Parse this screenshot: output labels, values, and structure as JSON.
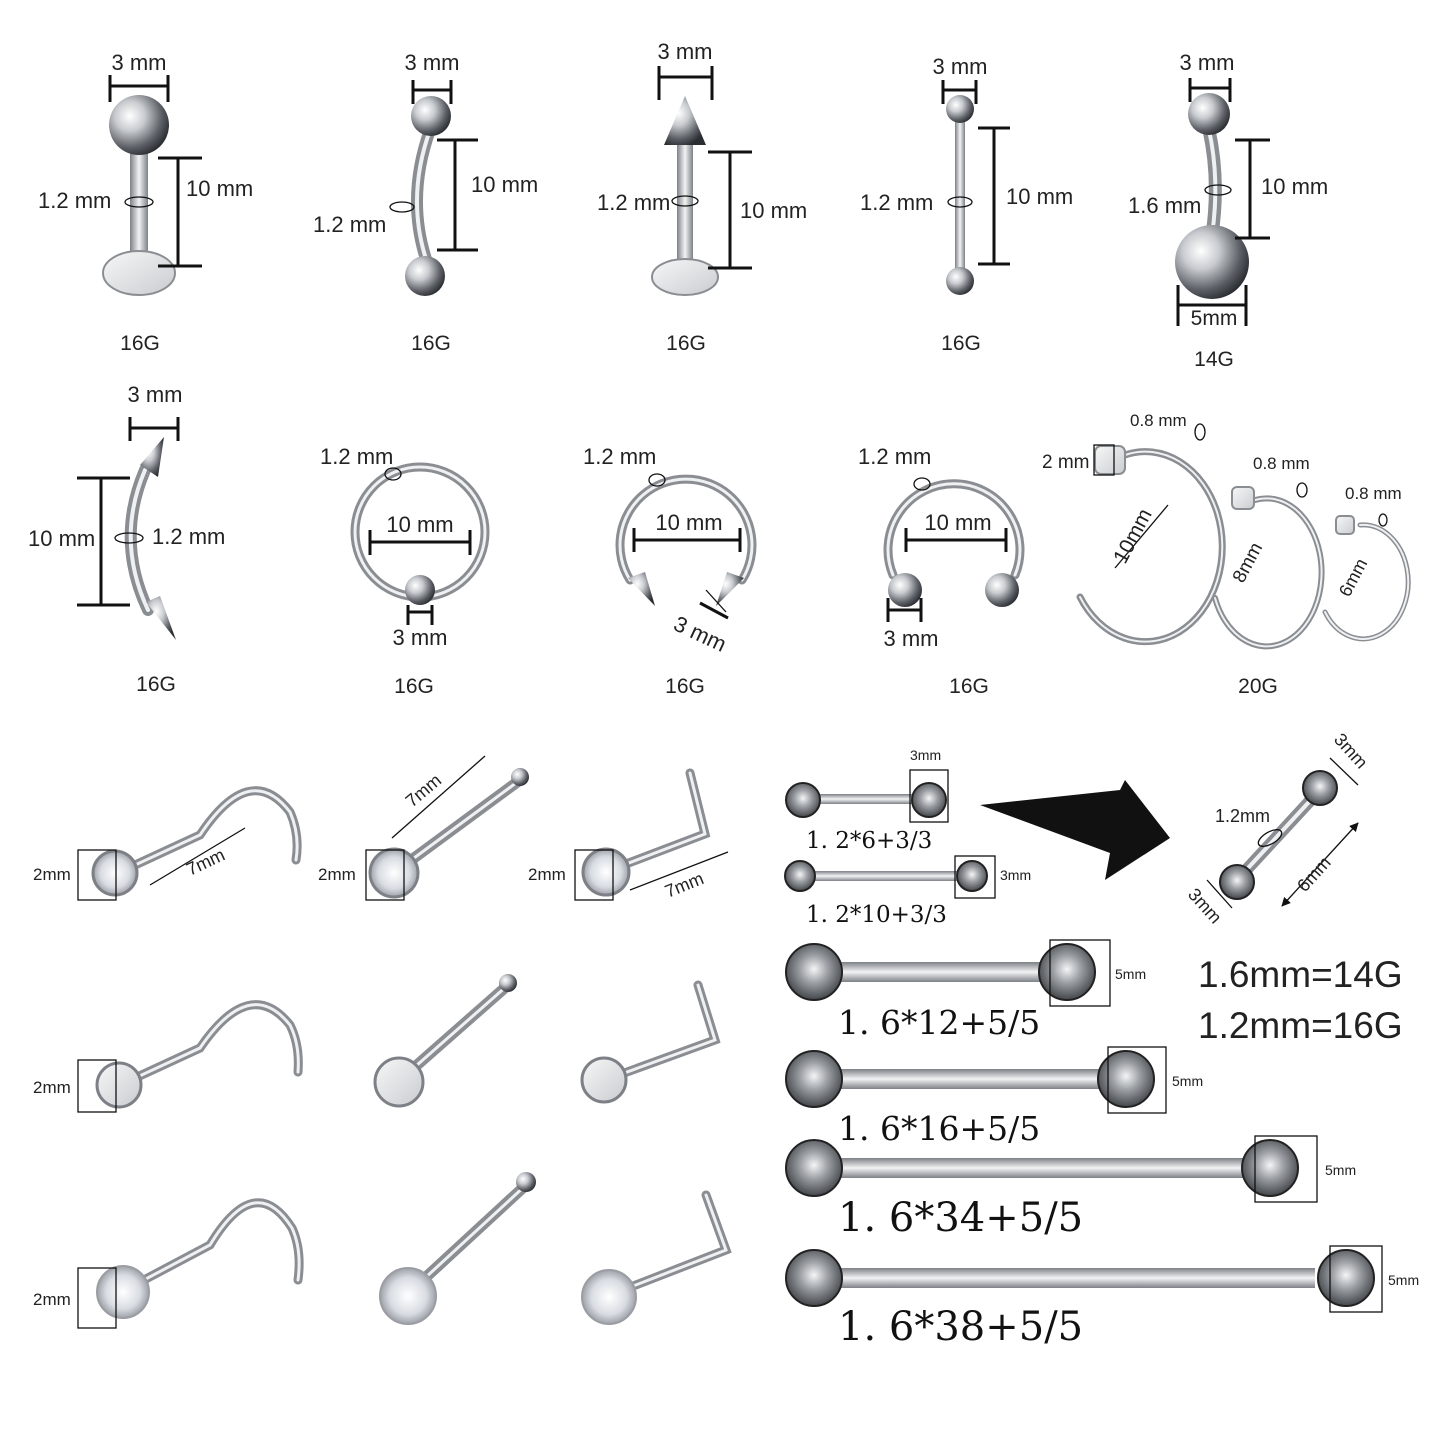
{
  "colors": {
    "background": "#ffffff",
    "ink": "#111111",
    "steel": "#9a9da2",
    "crystal": "#dfe3e8"
  },
  "row1": [
    {
      "gauge": "16G",
      "ball": "3 mm",
      "wire": "1.2 mm",
      "length": "10 mm"
    },
    {
      "gauge": "16G",
      "ball": "3 mm",
      "wire": "1.2 mm",
      "length": "10 mm"
    },
    {
      "gauge": "16G",
      "ball": "3 mm",
      "wire": "1.2 mm",
      "length": "10 mm"
    },
    {
      "gauge": "16G",
      "ball": "3 mm",
      "wire": "1.2 mm",
      "length": "10 mm"
    },
    {
      "gauge": "14G",
      "ball": "3 mm",
      "wire": "1.6 mm",
      "length": "10 mm",
      "big_ball": "5mm"
    }
  ],
  "row2": [
    {
      "gauge": "16G",
      "ball": "3 mm",
      "wire": "1.2 mm",
      "length": "10 mm"
    },
    {
      "gauge": "16G",
      "ball": "3 mm",
      "wire": "1.2 mm",
      "diameter": "10 mm"
    },
    {
      "gauge": "16G",
      "ball": "3 mm",
      "wire": "1.2 mm",
      "diameter": "10 mm"
    },
    {
      "gauge": "16G",
      "ball": "3 mm",
      "wire": "1.2 mm",
      "diameter": "10 mm"
    },
    {
      "gauge": "20G",
      "end": "2 mm",
      "wires": [
        "0.8 mm",
        "0.8 mm",
        "0.8 mm"
      ],
      "diameters": [
        "10mm",
        "8mm",
        "6mm"
      ]
    }
  ],
  "nose_studs": {
    "head": "2mm",
    "length": "7mm"
  },
  "barbells": {
    "short": [
      {
        "spec": "1. 2*6+3/3",
        "ball": "3mm"
      },
      {
        "spec": "1. 2*10+3/3",
        "ball": "3mm"
      }
    ],
    "long": [
      {
        "spec": "1. 6*12+5/5",
        "ball": "5mm"
      },
      {
        "spec": "1. 6*16+5/5",
        "ball": "5mm"
      },
      {
        "spec": "1. 6*34+5/5",
        "ball": "5mm"
      },
      {
        "spec": "1. 6*38+5/5",
        "ball": "5mm"
      }
    ],
    "detail": {
      "top_ball": "3mm",
      "wire": "1.2mm",
      "bottom_ball": "3mm",
      "length": "6mm"
    },
    "conversions": [
      "1.6mm=14G",
      "1.2mm=16G"
    ]
  }
}
